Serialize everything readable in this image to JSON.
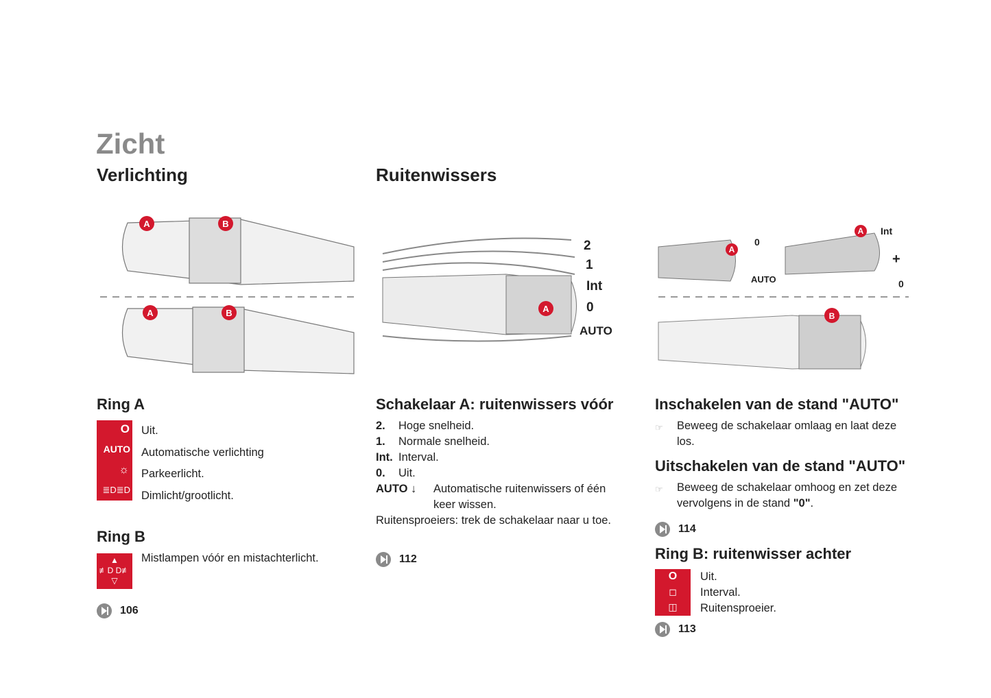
{
  "page_title": "Zicht",
  "lighting": {
    "heading": "Verlichting",
    "diagram_labels": {
      "a": "A",
      "b": "B"
    },
    "ring_a": {
      "heading": "Ring A",
      "items": [
        {
          "symbol": "O",
          "text": "Uit."
        },
        {
          "symbol": "AUTO",
          "text": "Automatische verlichting"
        },
        {
          "symbol": "parking-light-icon",
          "text": "Parkeerlicht."
        },
        {
          "symbol": "dipped-main-beam-icon",
          "text": "Dimlicht/grootlicht."
        }
      ]
    },
    "ring_b": {
      "heading": "Ring B",
      "items": [
        {
          "symbol": "fog-lights-icon",
          "text": "Mistlampen vóór en mistachterlicht."
        }
      ]
    },
    "ref": "106"
  },
  "wipers": {
    "heading": "Ruitenwissers",
    "diagram_labels": {
      "a": "A",
      "b": "B",
      "p2": "2",
      "p1": "1",
      "int": "Int",
      "p0": "0",
      "auto": "AUTO",
      "plus": "+"
    },
    "switch_a": {
      "heading": "Schakelaar A: ruitenwissers vóór",
      "items": [
        {
          "key": "2.",
          "text": "Hoge snelheid."
        },
        {
          "key": "1.",
          "text": "Normale snelheid."
        },
        {
          "key": "Int.",
          "text": "Interval."
        },
        {
          "key": "0.",
          "text": "Uit."
        },
        {
          "key": "AUTO ↓",
          "text": "Automatische ruitenwissers of één keer wissen."
        }
      ],
      "washer": "Ruitensproeiers: trek de schakelaar naar u toe.",
      "ref": "112"
    },
    "auto_on": {
      "heading": "Inschakelen van de stand \"AUTO\"",
      "text": "Beweeg de schakelaar omlaag en laat deze los."
    },
    "auto_off": {
      "heading": "Uitschakelen van de stand \"AUTO\"",
      "text_pre": "Beweeg de schakelaar omhoog en zet deze vervolgens in de stand ",
      "text_bold": "\"0\"",
      "text_post": ".",
      "ref": "114"
    },
    "ring_b": {
      "heading": "Ring B: ruitenwisser achter",
      "symbol_o": "O",
      "items": [
        "Uit.",
        "Interval.",
        "Ruitensproeier."
      ],
      "ref": "113"
    }
  },
  "colors": {
    "accent": "#d3182d",
    "title_gray": "#8a8a8a"
  }
}
